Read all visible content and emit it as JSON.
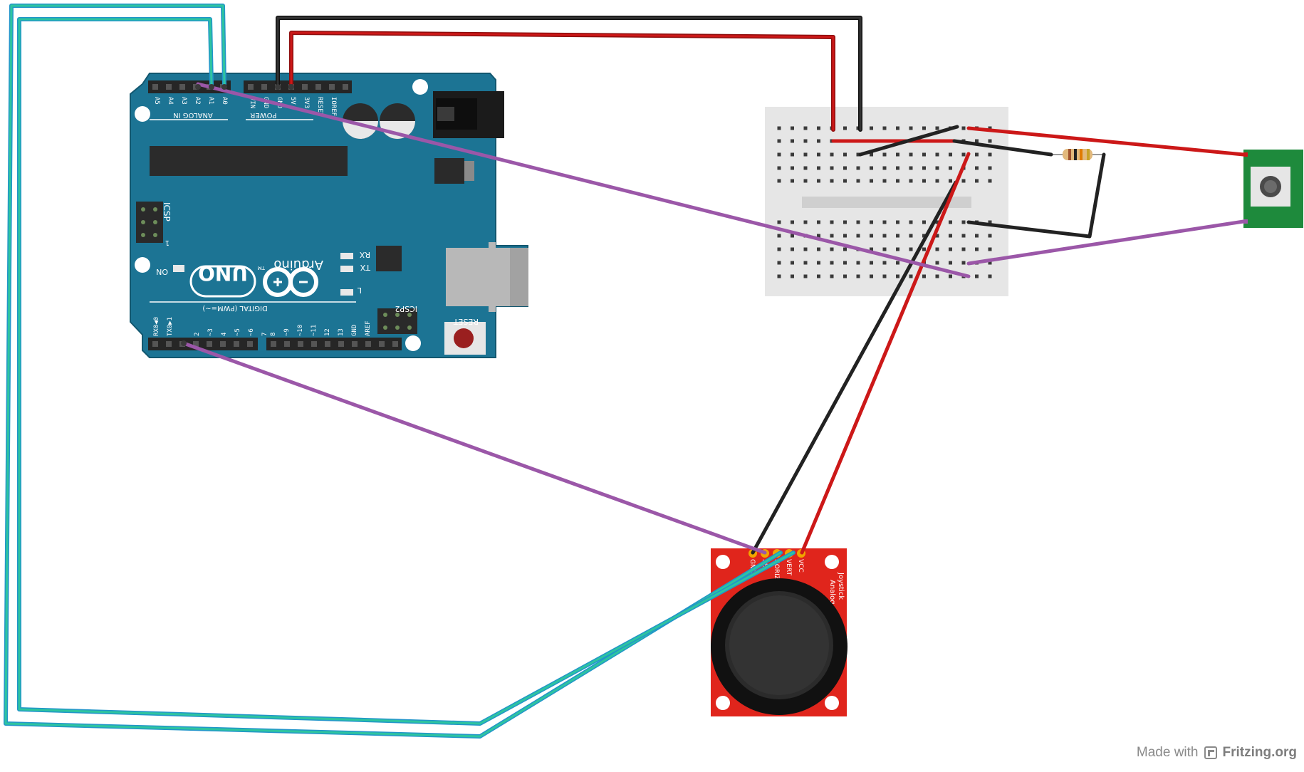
{
  "credit": {
    "made_with": "Made with",
    "brand": "Fritzing.org"
  },
  "arduino": {
    "brand": "Arduino",
    "trademark": "TM",
    "model": "UNO",
    "analog_in": "ANALOG IN",
    "power": "POWER",
    "digital": "DIGITAL (PWM=~)",
    "icsp": "ICSP",
    "icsp2": "ICSP2",
    "reset": "RESET",
    "on": "ON",
    "rx": "RX",
    "tx": "TX",
    "l": "L",
    "icsp_pin1": "1",
    "analog_pins": [
      "A5",
      "A4",
      "A3",
      "A2",
      "A1",
      "A0"
    ],
    "power_pins": [
      "VIN",
      "GND",
      "GND",
      "5V",
      "3V3",
      "RESET",
      "IOREF"
    ],
    "digital_pins_low": [
      "RX0◀0",
      "TX0▶1",
      "2",
      "~3",
      "4",
      "~5",
      "~6",
      "7"
    ],
    "digital_pins_high": [
      "8",
      "~9",
      "~10",
      "~11",
      "12",
      "13",
      "GND",
      "AREF"
    ]
  },
  "joystick": {
    "title1": "Joystick",
    "title2": "Analog",
    "pins": [
      "GND",
      "SEL",
      "HORIZ",
      "VERT",
      "VCC"
    ]
  },
  "colors": {
    "board_blue": "#1c7494",
    "wire_red": "#cc1818",
    "wire_black": "#222222",
    "wire_purple": "#9b57a8",
    "wire_teal": "#2ec4a0",
    "wire_teal_edge": "#2196c9",
    "joystick_red": "#e0251c",
    "button_green": "#1e8a3c"
  }
}
